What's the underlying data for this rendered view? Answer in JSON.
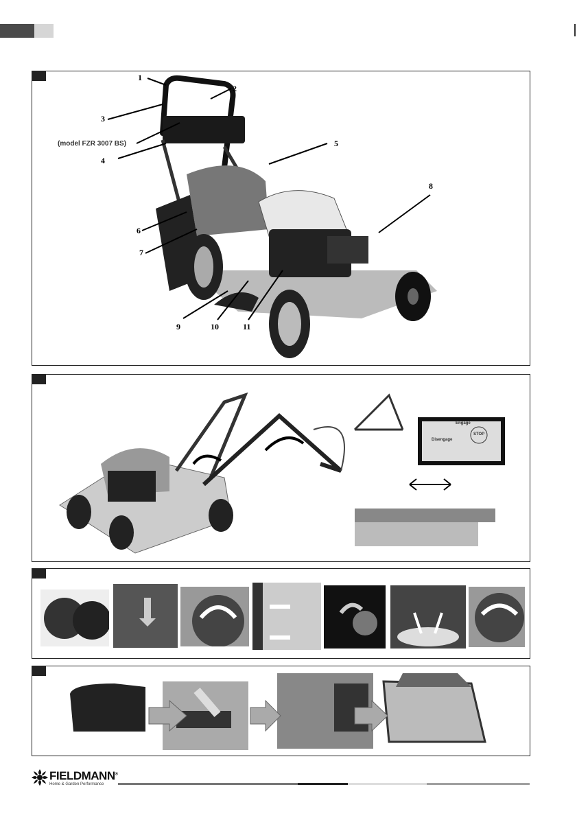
{
  "figure1": {
    "callouts": [
      "1",
      "2",
      "3",
      "4",
      "5",
      "6",
      "7",
      "8",
      "9",
      "10",
      "11"
    ],
    "model_note": "(model FZR 3007 BS)"
  },
  "figure2": {
    "decal_engage": "Engage",
    "decal_disengage": "Disengage",
    "decal_stop": "STOP"
  },
  "footer": {
    "brand": "FIELDMANN",
    "registered": "®",
    "tagline": "Home & Garden Performance"
  },
  "colors": {
    "bar1": "#777777",
    "bar2": "#222222",
    "bar3": "#dddddd",
    "bar4": "#a0a0a0"
  }
}
